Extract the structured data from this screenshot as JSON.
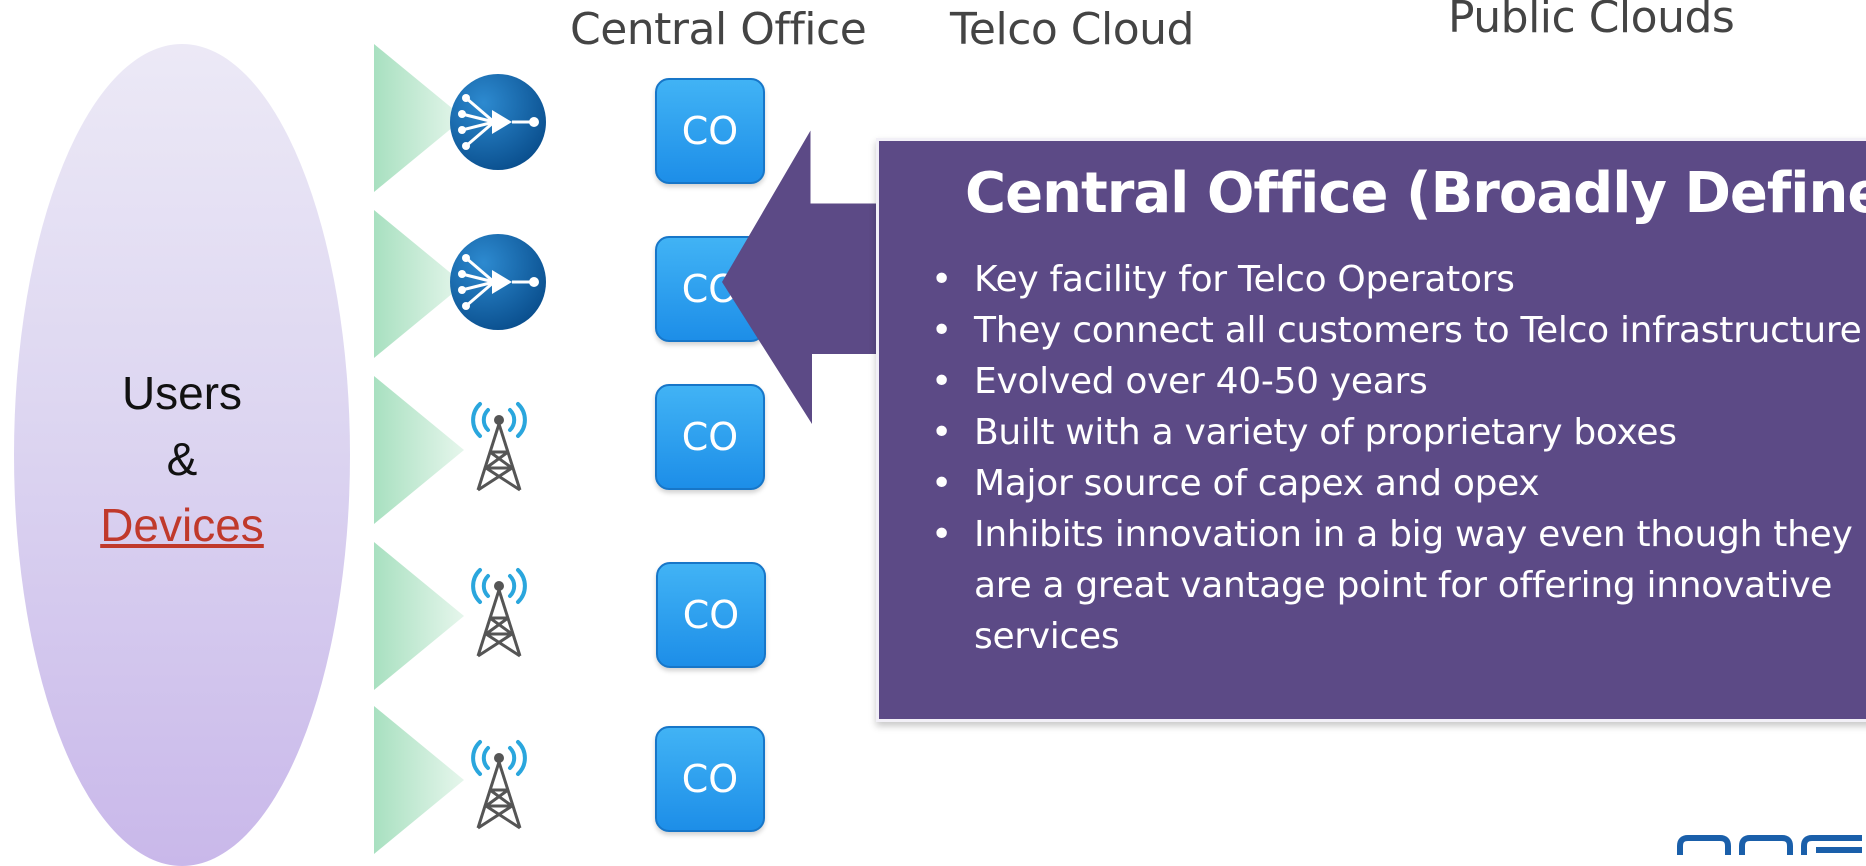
{
  "headers": {
    "central_office": "Central Office",
    "telco_cloud": "Telco Cloud",
    "public_clouds": "Public Clouds"
  },
  "users": {
    "line1": "Users",
    "line2": "&",
    "line3": "Devices"
  },
  "access_nodes": [
    {
      "icon": "router-icon",
      "co_label": "CO"
    },
    {
      "icon": "router-icon",
      "co_label": "CO"
    },
    {
      "icon": "cell-tower-icon",
      "co_label": "CO"
    },
    {
      "icon": "cell-tower-icon",
      "co_label": "CO"
    },
    {
      "icon": "cell-tower-icon",
      "co_label": "CO"
    }
  ],
  "callout": {
    "title": "Central Office (Broadly Defined)",
    "bullets": [
      "Key facility for Telco Operators",
      "They connect all customers to Telco infrastructure",
      "Evolved over 40-50 years",
      "Built with a variety of proprietary boxes",
      "Major source of capex and opex",
      "Inhibits innovation in a big way even though they are a great vantage point for offering innovative services"
    ]
  },
  "colors": {
    "callout_bg": "#5c4a86",
    "co_box": "#2c9ff0",
    "users_ellipse": "#d9d0ef",
    "wedge": "#bfe8cf",
    "devices_link": "#c0392b"
  }
}
